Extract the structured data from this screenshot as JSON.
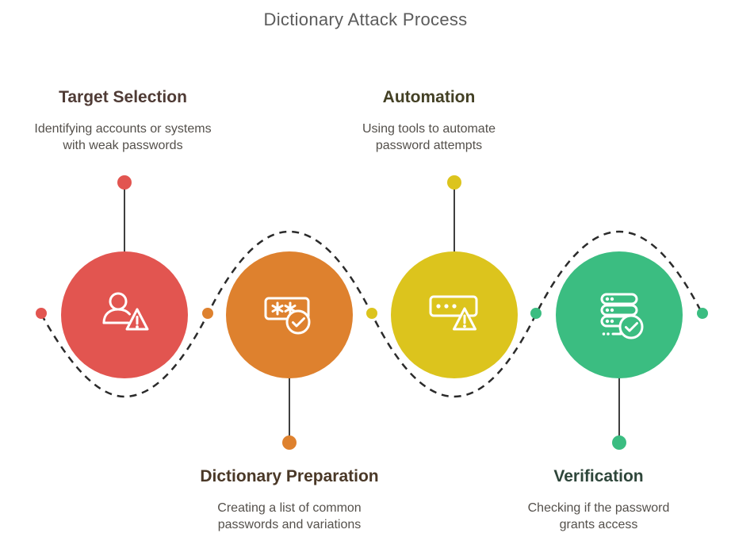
{
  "title": "Dictionary Attack Process",
  "colors": {
    "background": "#ffffff",
    "title_text": "#5b5b5b",
    "description_text": "#54504b",
    "connector_line": "#3f3f3f",
    "dashed_curve": "#2b2b2b",
    "icon_stroke": "#ffffff"
  },
  "steps": [
    {
      "label": "Target Selection",
      "description": "Identifying accounts or systems with weak passwords",
      "color": "#e25550",
      "heading_color": "#4f3b35",
      "icon": "user-warning-icon",
      "label_position": "top"
    },
    {
      "label": "Dictionary Preparation",
      "description": "Creating a list of common passwords and variations",
      "color": "#de812e",
      "heading_color": "#4a3827",
      "icon": "password-check-icon",
      "label_position": "bottom"
    },
    {
      "label": "Automation",
      "description": "Using tools to automate password attempts",
      "color": "#dcc41d",
      "heading_color": "#434024",
      "icon": "password-warning-icon",
      "label_position": "top"
    },
    {
      "label": "Verification",
      "description": "Checking if the password grants access",
      "color": "#3bbd81",
      "heading_color": "#2e463a",
      "icon": "server-check-icon",
      "label_position": "bottom"
    }
  ]
}
